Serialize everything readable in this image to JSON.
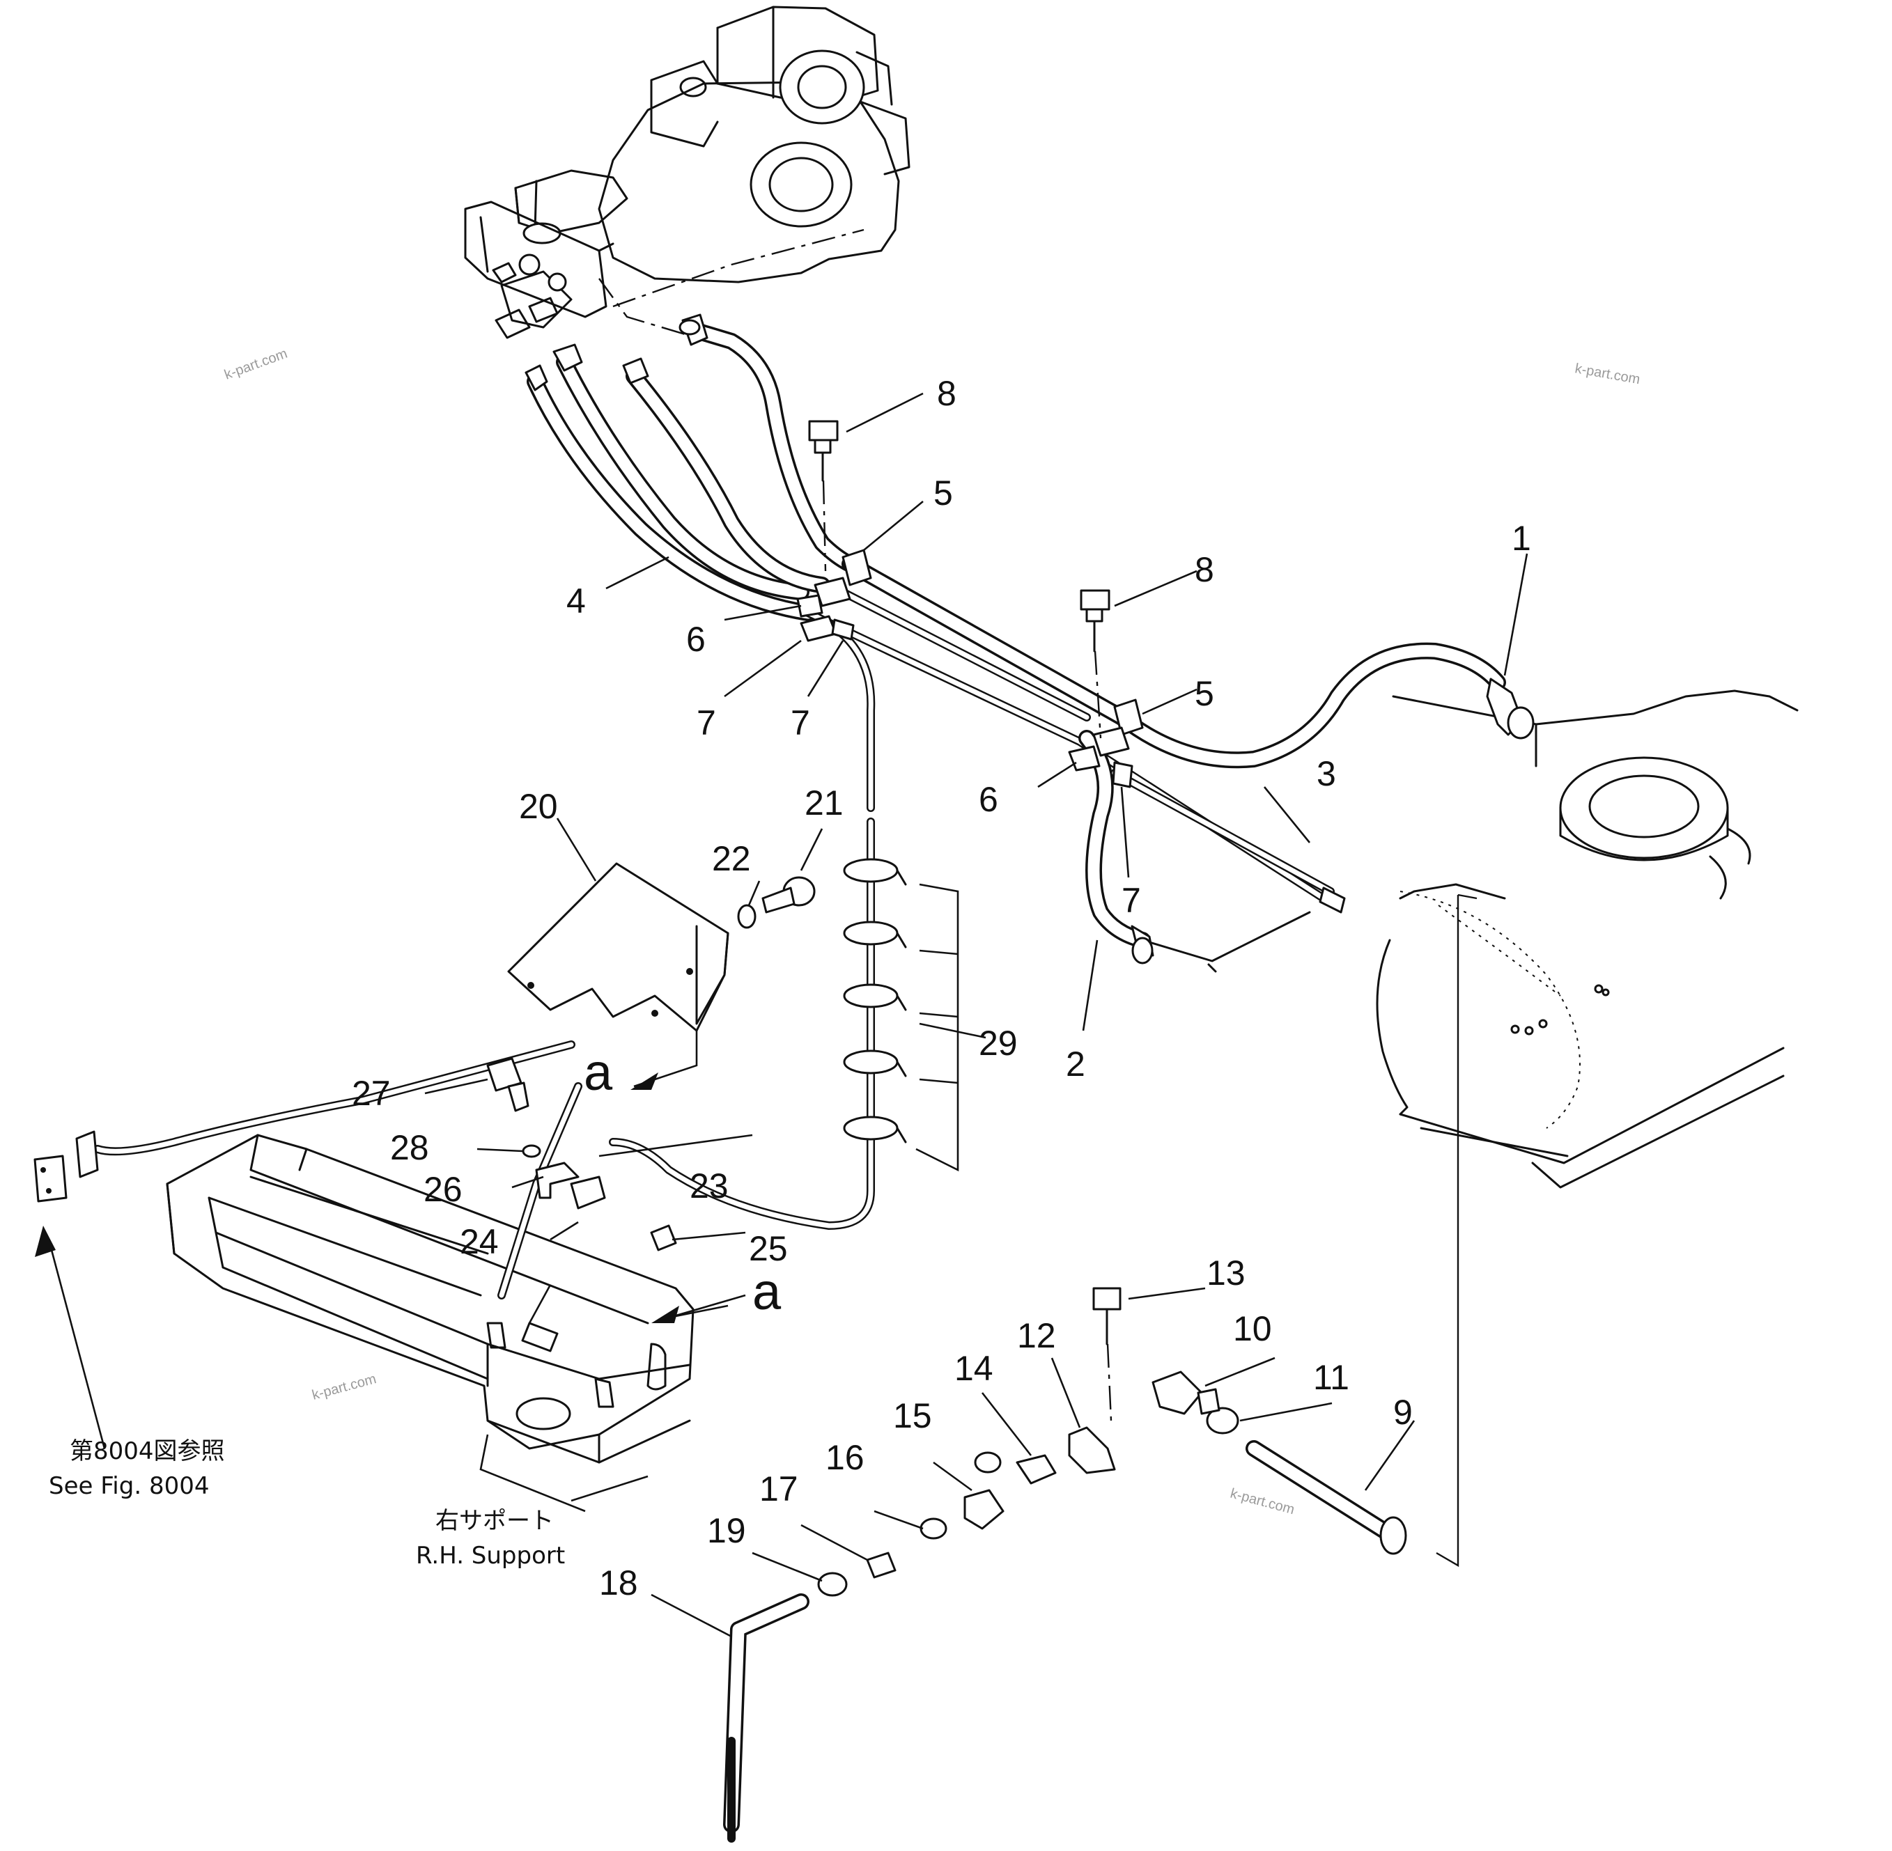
{
  "diagram": {
    "callouts": [
      "1",
      "2",
      "3",
      "4",
      "5",
      "5",
      "6",
      "6",
      "7",
      "7",
      "7",
      "8",
      "8",
      "9",
      "10",
      "11",
      "12",
      "13",
      "14",
      "15",
      "16",
      "17",
      "18",
      "19",
      "20",
      "21",
      "22",
      "23",
      "24",
      "25",
      "26",
      "27",
      "28",
      "29"
    ],
    "view_marks": [
      "a",
      "a"
    ],
    "reference_note": {
      "line_ja": "第8004図参照",
      "line_en": "See Fig. 8004"
    },
    "support_note": {
      "line_ja": "右サポート",
      "line_en": "R.H. Support"
    },
    "watermark": "k-part.com"
  }
}
